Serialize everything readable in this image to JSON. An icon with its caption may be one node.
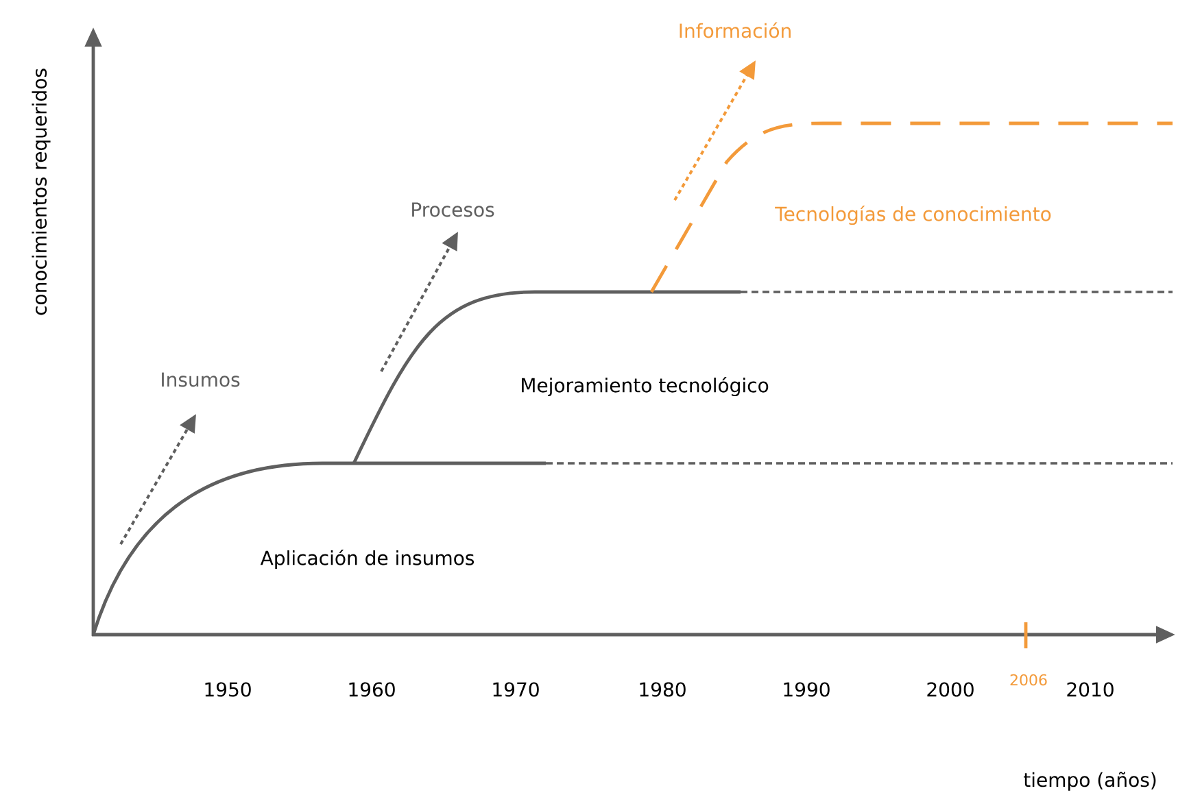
{
  "diagram": {
    "labels": [
      "conocimientos requeridos",
      "Información",
      "Procesos",
      "Tecnologías de conocimiento",
      "Insumos",
      "Mejoramiento tecnológico",
      "Aplicación de insumos",
      "1950",
      "1960",
      "1970",
      "1980",
      "1990",
      "2000",
      "2006",
      "2010",
      "tiempo (años)"
    ]
  }
}
